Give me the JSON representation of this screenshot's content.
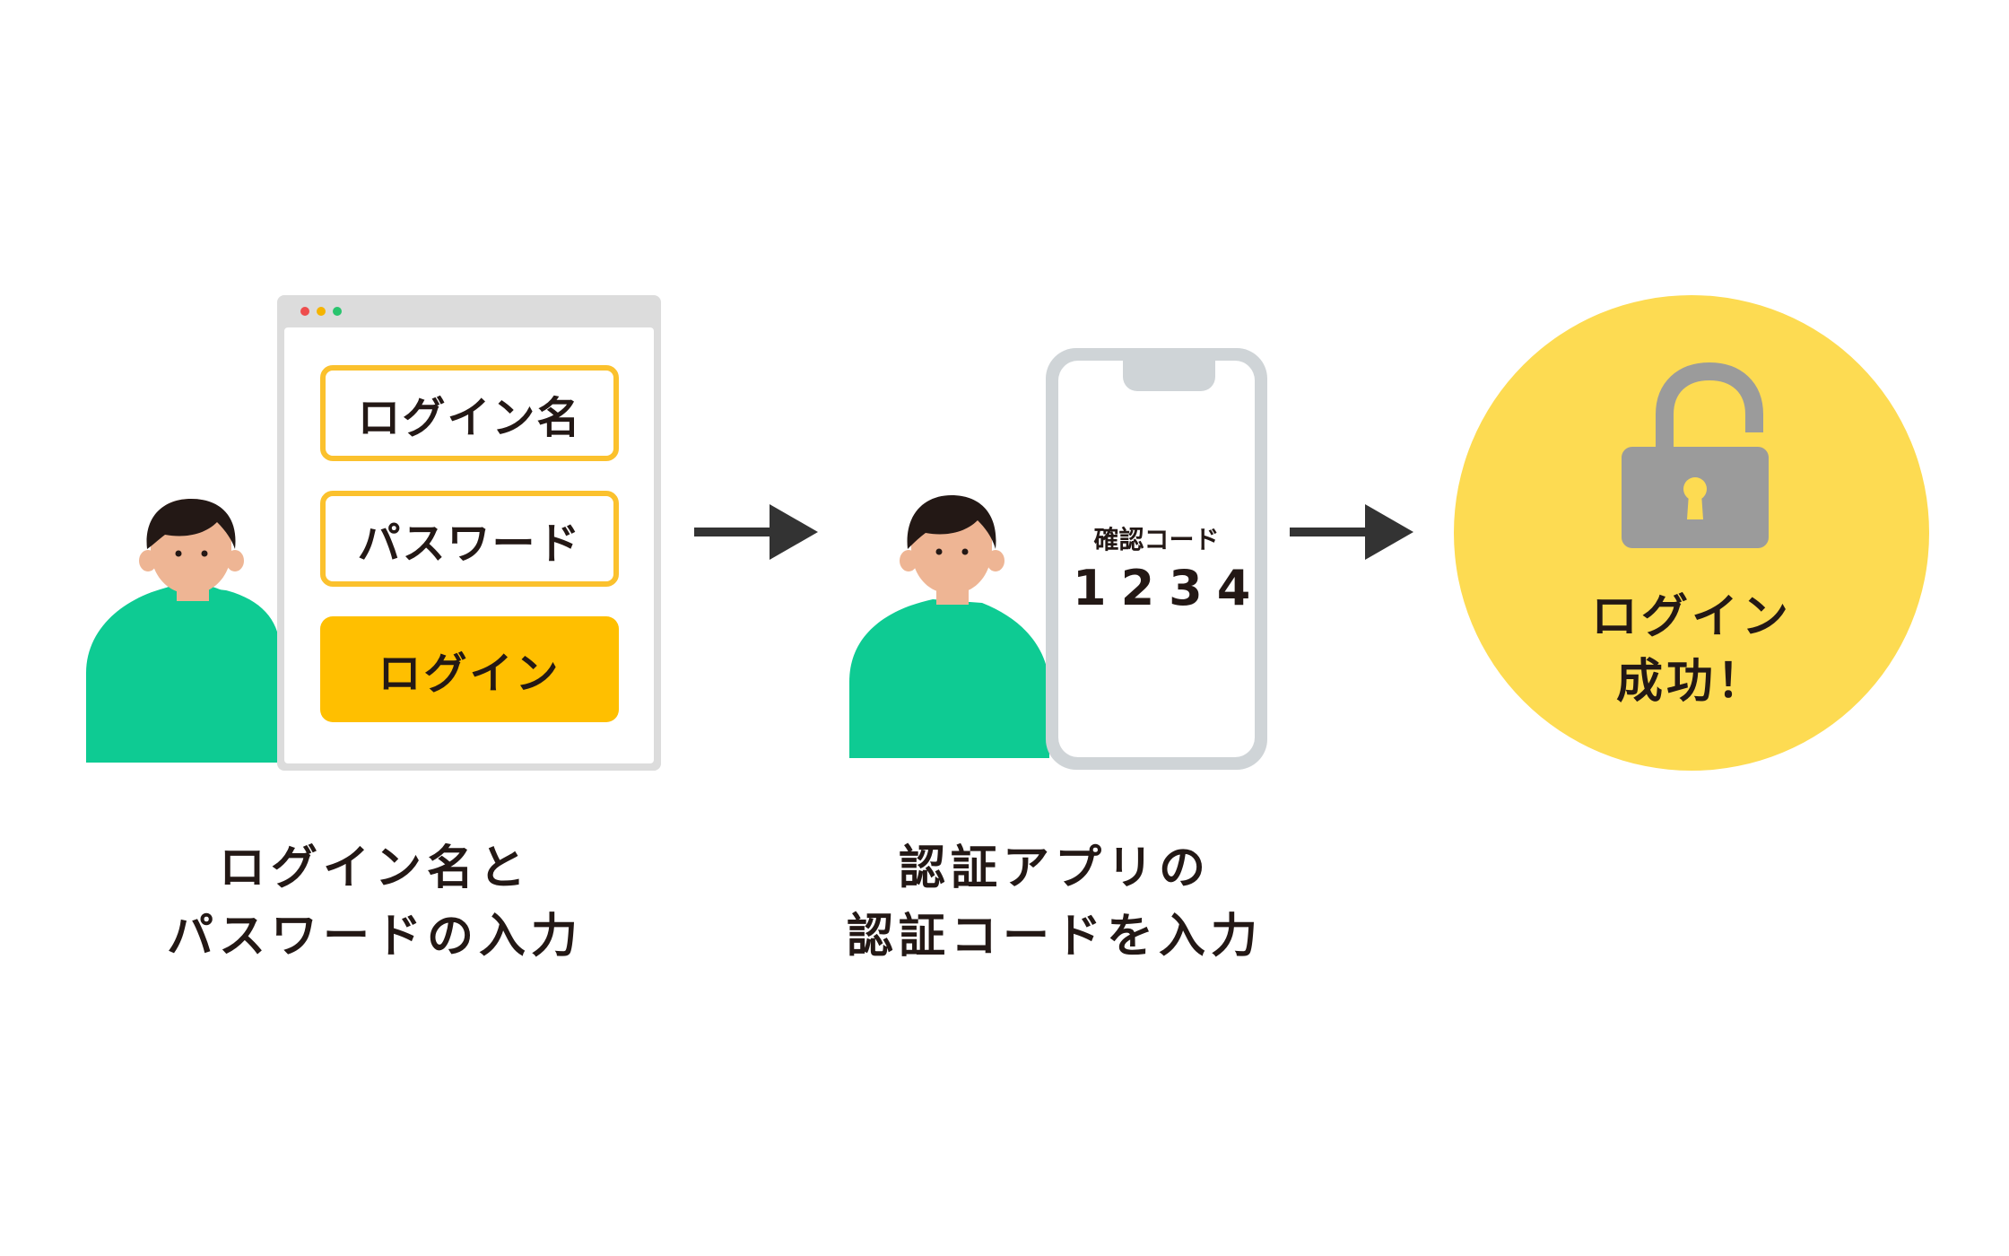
{
  "step1": {
    "browser": {
      "dot_colors": [
        "#ee4d4d",
        "#f5b400",
        "#29c46e"
      ],
      "username_label": "ログイン名",
      "password_label": "パスワード",
      "login_button": "ログイン"
    },
    "caption_line1": "ログイン名と",
    "caption_line2": "パスワードの入力"
  },
  "step2": {
    "phone": {
      "code_label": "確認コード",
      "code_value": "1234"
    },
    "caption_line1": "認証アプリの",
    "caption_line2": "認証コードを入力"
  },
  "step3": {
    "line1": "ログイン",
    "line2": "成功！"
  },
  "colors": {
    "accent_yellow": "#ffbf00",
    "circle_yellow": "#fddb52",
    "shirt_green": "#0ecb93",
    "skin": "#eeb594",
    "hair": "#231815",
    "arrow": "#333333",
    "lock_gray": "#9b9b9b"
  },
  "icons": [
    "person-icon",
    "arrow-right-icon",
    "smartphone-icon",
    "unlocked-padlock-icon"
  ]
}
